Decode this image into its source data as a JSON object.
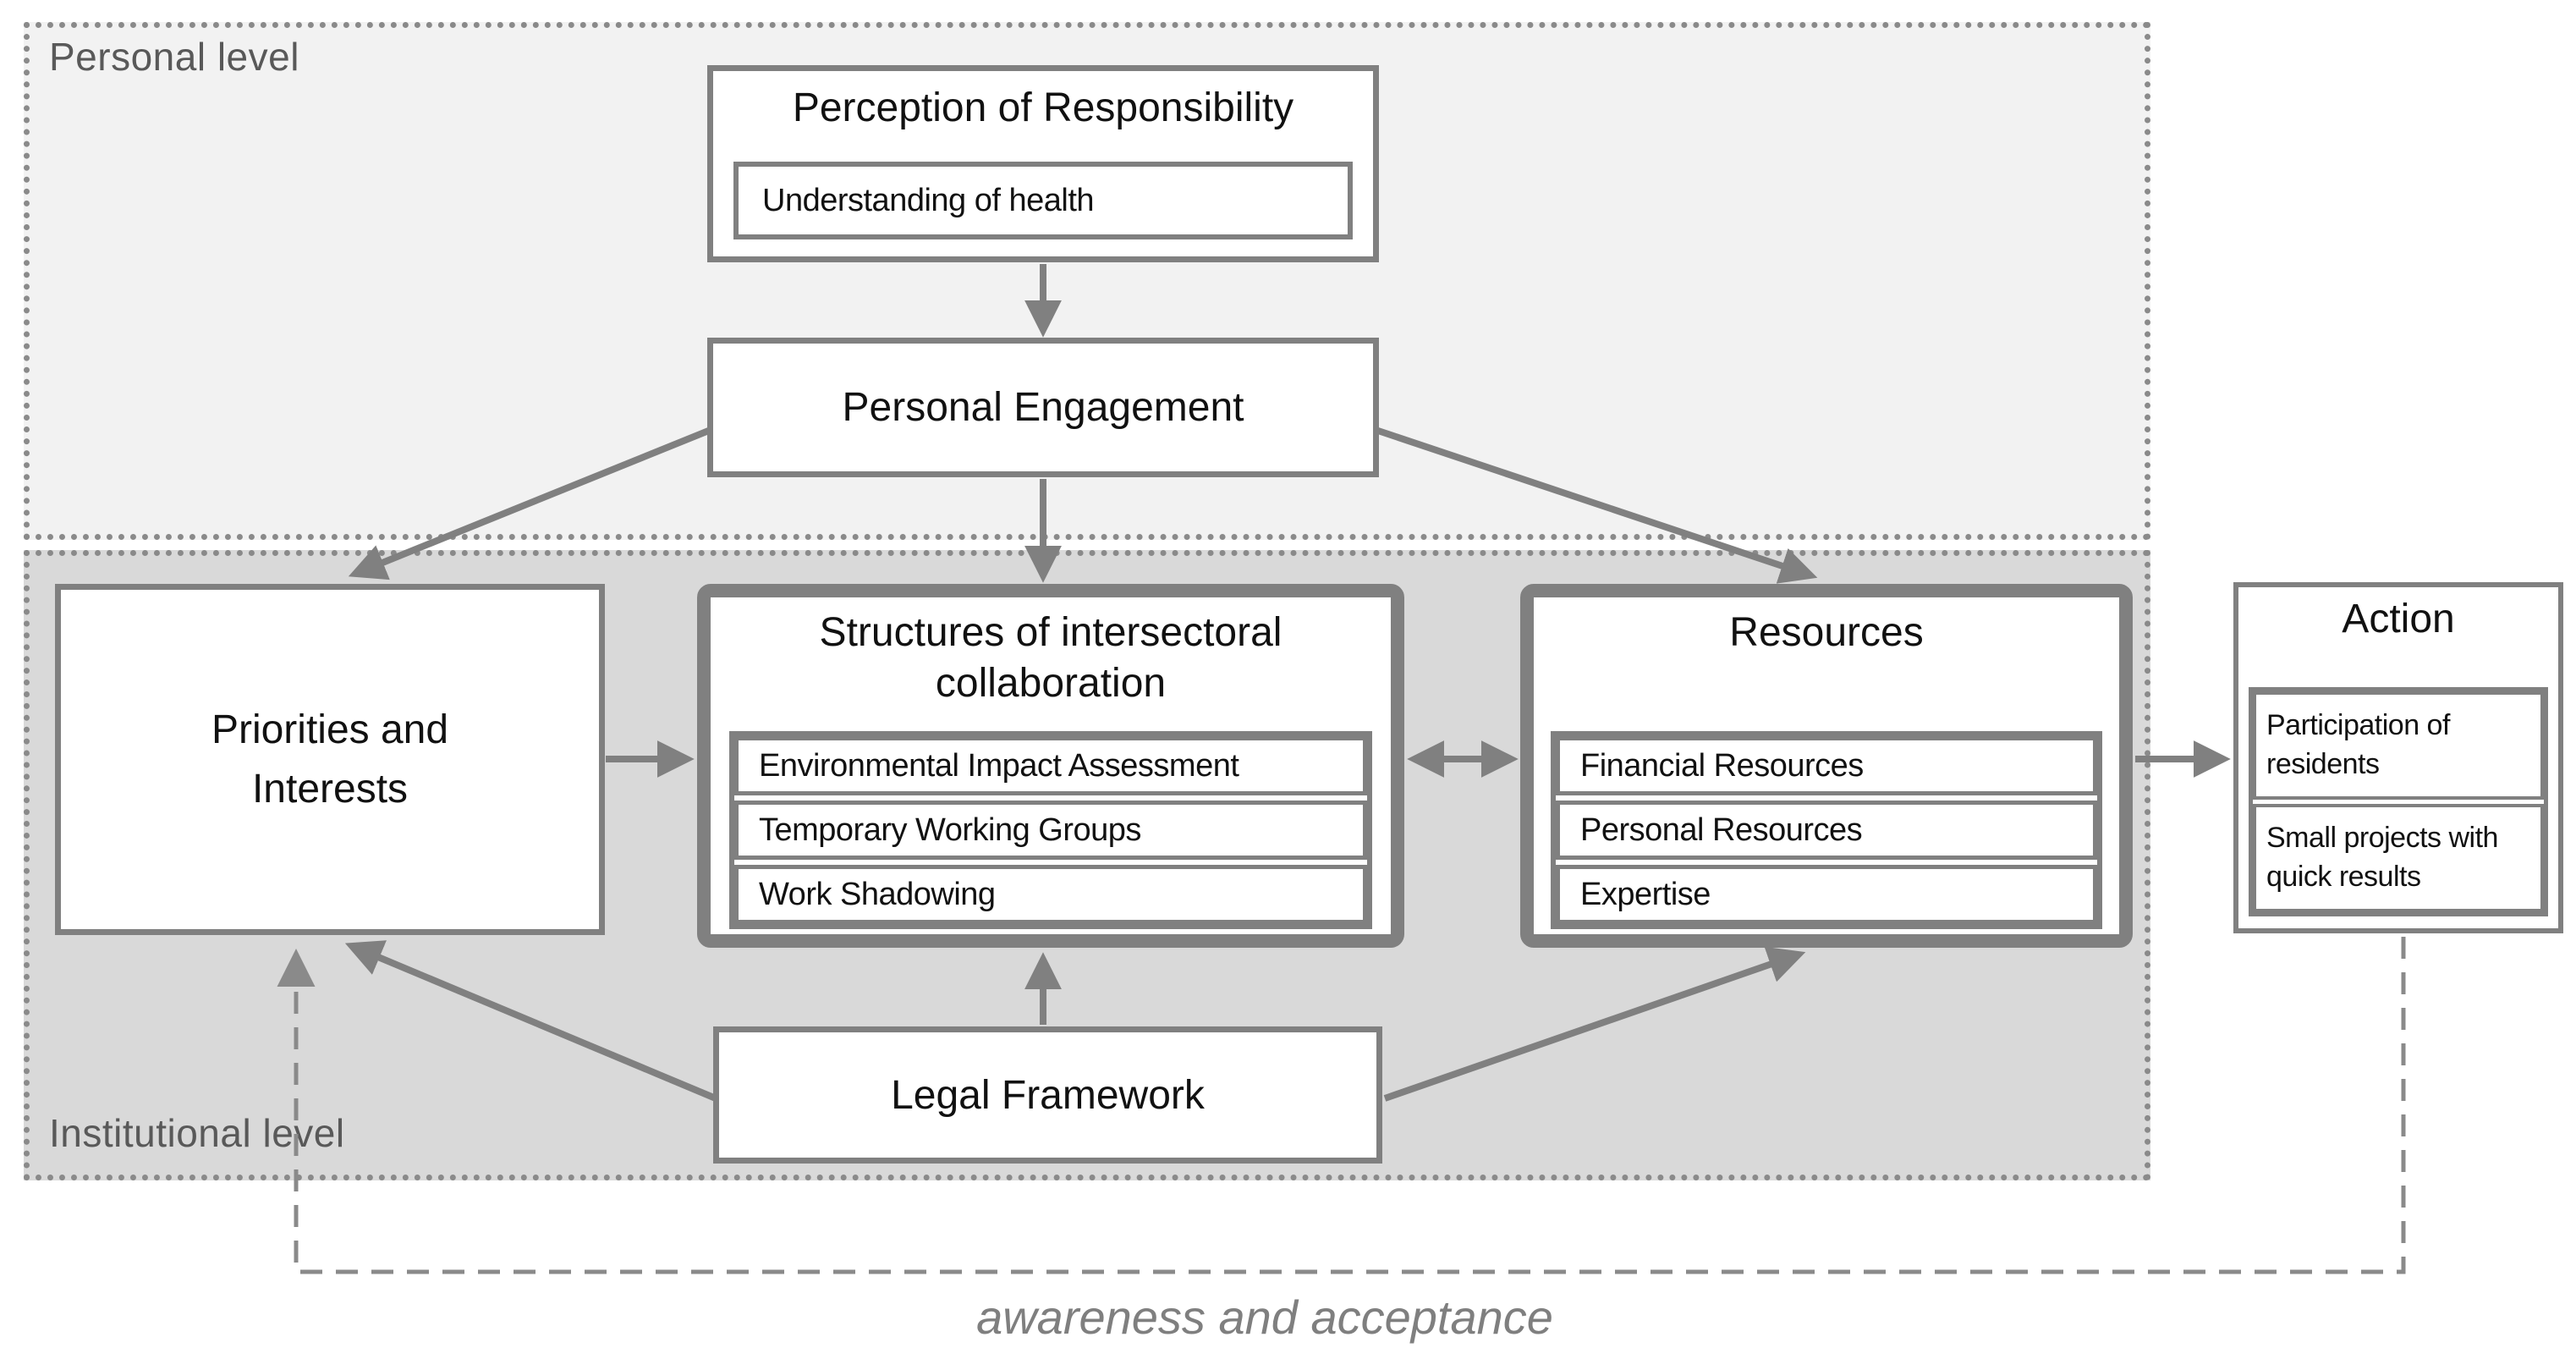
{
  "colors": {
    "line_gray": "#808080",
    "dashed_gray": "#8a8a8a",
    "personal_region_bg": "#f2f2f2",
    "institutional_region_bg": "#d9d9d9",
    "region_label_text": "#595959",
    "box_bg": "#ffffff",
    "text": "#111111"
  },
  "regions": {
    "personal": {
      "label": "Personal level"
    },
    "institutional": {
      "label": "Institutional level"
    }
  },
  "boxes": {
    "perception": {
      "title": "Perception of Responsibility",
      "items": [
        "Understanding of health"
      ]
    },
    "personal_engagement": {
      "title": "Personal Engagement"
    },
    "priorities": {
      "title": "Priorities and Interests"
    },
    "structures": {
      "title": "Structures of intersectoral collaboration",
      "items": [
        "Environmental Impact Assessment",
        "Temporary Working Groups",
        "Work Shadowing"
      ]
    },
    "resources": {
      "title": "Resources",
      "items": [
        "Financial Resources",
        "Personal Resources",
        "Expertise"
      ]
    },
    "action": {
      "title": "Action",
      "items": [
        "Participation of residents",
        "Small projects with quick results"
      ]
    },
    "legal": {
      "title": "Legal Framework"
    }
  },
  "connectors": [
    {
      "from": "perception",
      "to": "personal_engagement",
      "type": "solid-arrow"
    },
    {
      "from": "personal_engagement",
      "to": "priorities",
      "type": "solid-arrow"
    },
    {
      "from": "personal_engagement",
      "to": "structures",
      "type": "solid-arrow"
    },
    {
      "from": "personal_engagement",
      "to": "resources",
      "type": "solid-arrow"
    },
    {
      "from": "priorities",
      "to": "structures",
      "type": "solid-arrow"
    },
    {
      "from": "structures",
      "to": "resources",
      "type": "double-arrow"
    },
    {
      "from": "resources",
      "to": "action",
      "type": "solid-arrow"
    },
    {
      "from": "legal",
      "to": "priorities",
      "type": "solid-arrow"
    },
    {
      "from": "legal",
      "to": "structures",
      "type": "solid-arrow"
    },
    {
      "from": "legal",
      "to": "resources",
      "type": "solid-arrow"
    },
    {
      "from": "action",
      "to": "priorities",
      "type": "dashed-feedback"
    }
  ],
  "annotations": {
    "feedback_label": "awareness and acceptance"
  }
}
